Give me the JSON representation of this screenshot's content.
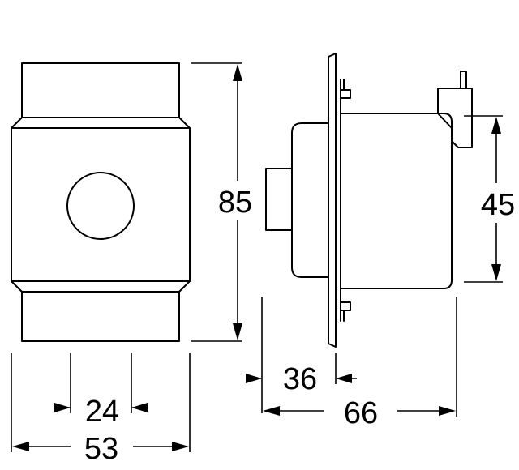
{
  "drawing": {
    "front_view": {
      "center_hole": "circle"
    },
    "side_view": {},
    "dimensions": {
      "height": "85",
      "width": "53",
      "hole_spacing": "24",
      "body_height": "45",
      "depth_front": "36",
      "depth_total": "66"
    }
  }
}
